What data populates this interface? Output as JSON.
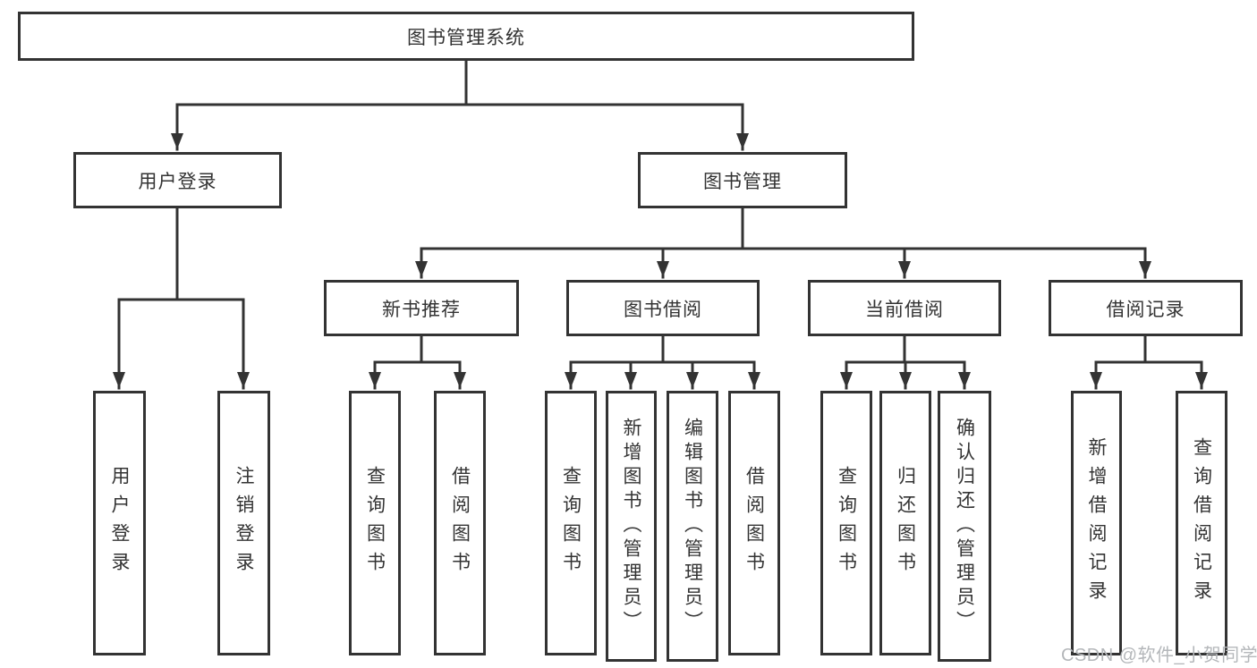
{
  "tree": {
    "root": {
      "label": "图书管理系统"
    },
    "login": {
      "label": "用户登录",
      "children": [
        {
          "label": "用户登录"
        },
        {
          "label": "注销登录"
        }
      ]
    },
    "management": {
      "label": "图书管理",
      "sections": [
        {
          "label": "新书推荐",
          "children": [
            {
              "label": "查询图书"
            },
            {
              "label": "借阅图书"
            }
          ]
        },
        {
          "label": "图书借阅",
          "children": [
            {
              "label": "查询图书"
            },
            {
              "label": "新增图书（管理员）"
            },
            {
              "label": "编辑图书（管理员）"
            },
            {
              "label": "借阅图书"
            }
          ]
        },
        {
          "label": "当前借阅",
          "children": [
            {
              "label": "查询图书"
            },
            {
              "label": "归还图书"
            },
            {
              "label": "确认归还（管理员）"
            }
          ]
        },
        {
          "label": "借阅记录",
          "children": [
            {
              "label": "新增借阅记录"
            },
            {
              "label": "查询借阅记录"
            }
          ]
        }
      ]
    }
  },
  "watermark": "CSDN @软件_小贺同学",
  "colors": {
    "line": "#333333",
    "text": "#333333",
    "watermark": "#b4b7ba",
    "background": "#ffffff"
  }
}
